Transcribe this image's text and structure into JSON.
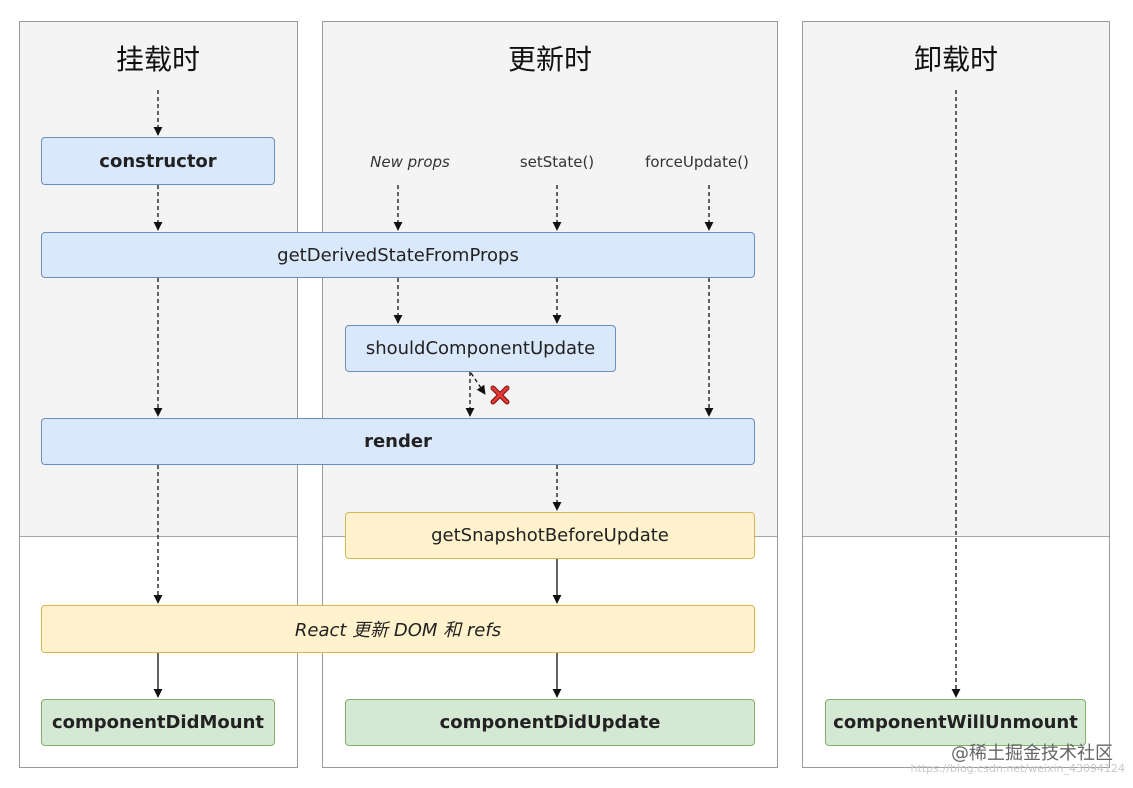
{
  "columns": {
    "mount": {
      "title": "挂载时"
    },
    "update": {
      "title": "更新时"
    },
    "unmount": {
      "title": "卸载时"
    }
  },
  "triggers": {
    "new_props": "New props",
    "set_state": "setState()",
    "force_update": "forceUpdate()"
  },
  "lifecycle": {
    "constructor": "constructor",
    "get_derived_state": "getDerivedStateFromProps",
    "should_component_update": "shouldComponentUpdate",
    "render": "render",
    "get_snapshot": "getSnapshotBeforeUpdate",
    "react_updates_dom": "React 更新 DOM 和 refs",
    "component_did_mount": "componentDidMount",
    "component_did_update": "componentDidUpdate",
    "component_will_unmount": "componentWillUnmount"
  },
  "watermark": {
    "text": "@稀土掘金技术社区",
    "url": "https://blog.csdn.net/weixin_43094124"
  },
  "colors": {
    "blue_fill": "#dae8fc",
    "blue_stroke": "#6c8ebf",
    "yellow_fill": "#fff2cc",
    "yellow_stroke": "#d6b656",
    "green_fill": "#d5e8d4",
    "green_stroke": "#82b366",
    "reject_mark": "#d32f2f"
  }
}
